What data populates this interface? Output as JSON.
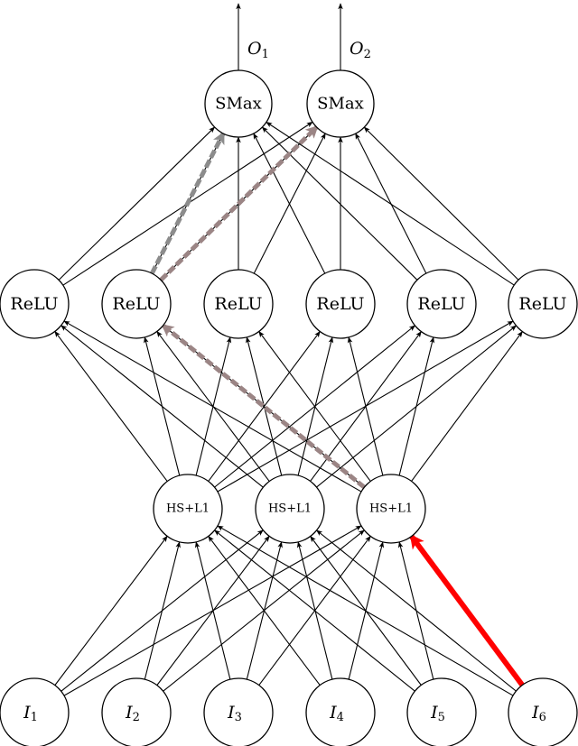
{
  "diagram": {
    "layers": {
      "outputs": [
        {
          "id": "O1",
          "base": "O",
          "sub": "1"
        },
        {
          "id": "O2",
          "base": "O",
          "sub": "2"
        }
      ],
      "softmax": [
        {
          "id": "smax1",
          "label": "SMax"
        },
        {
          "id": "smax2",
          "label": "SMax"
        }
      ],
      "relu": [
        {
          "id": "relu1",
          "label": "ReLU"
        },
        {
          "id": "relu2",
          "label": "ReLU"
        },
        {
          "id": "relu3",
          "label": "ReLU"
        },
        {
          "id": "relu4",
          "label": "ReLU"
        },
        {
          "id": "relu5",
          "label": "ReLU"
        },
        {
          "id": "relu6",
          "label": "ReLU"
        }
      ],
      "hidden": [
        {
          "id": "hs1",
          "label": "HS+L1"
        },
        {
          "id": "hs2",
          "label": "HS+L1"
        },
        {
          "id": "hs3",
          "label": "HS+L1"
        }
      ],
      "inputs": [
        {
          "id": "I1",
          "base": "I",
          "sub": "1"
        },
        {
          "id": "I2",
          "base": "I",
          "sub": "2"
        },
        {
          "id": "I3",
          "base": "I",
          "sub": "3"
        },
        {
          "id": "I4",
          "base": "I",
          "sub": "4"
        },
        {
          "id": "I5",
          "base": "I",
          "sub": "5"
        },
        {
          "id": "I6",
          "base": "I",
          "sub": "6"
        }
      ]
    },
    "connections": "fully-connected between adjacent layers; each SMax node has an output arrow",
    "highlighted_path": [
      {
        "from": "I6",
        "to": "hs3",
        "style": "solid",
        "color": "#ff0000"
      },
      {
        "from": "hs3",
        "to": "relu2",
        "style": "dashed",
        "color": "#9b8585"
      },
      {
        "from": "relu2",
        "to": "smax1",
        "style": "dashed",
        "color": "#8c8c8c"
      },
      {
        "from": "relu2",
        "to": "smax2",
        "style": "dashed",
        "color": "#9b8585"
      }
    ],
    "colors": {
      "edge": "#000000",
      "node_stroke": "#000000",
      "node_fill": "#ffffff",
      "highlight_red": "#ff0000",
      "highlight_gray": "#8c8c8c",
      "highlight_rosegray": "#9b8585"
    }
  }
}
